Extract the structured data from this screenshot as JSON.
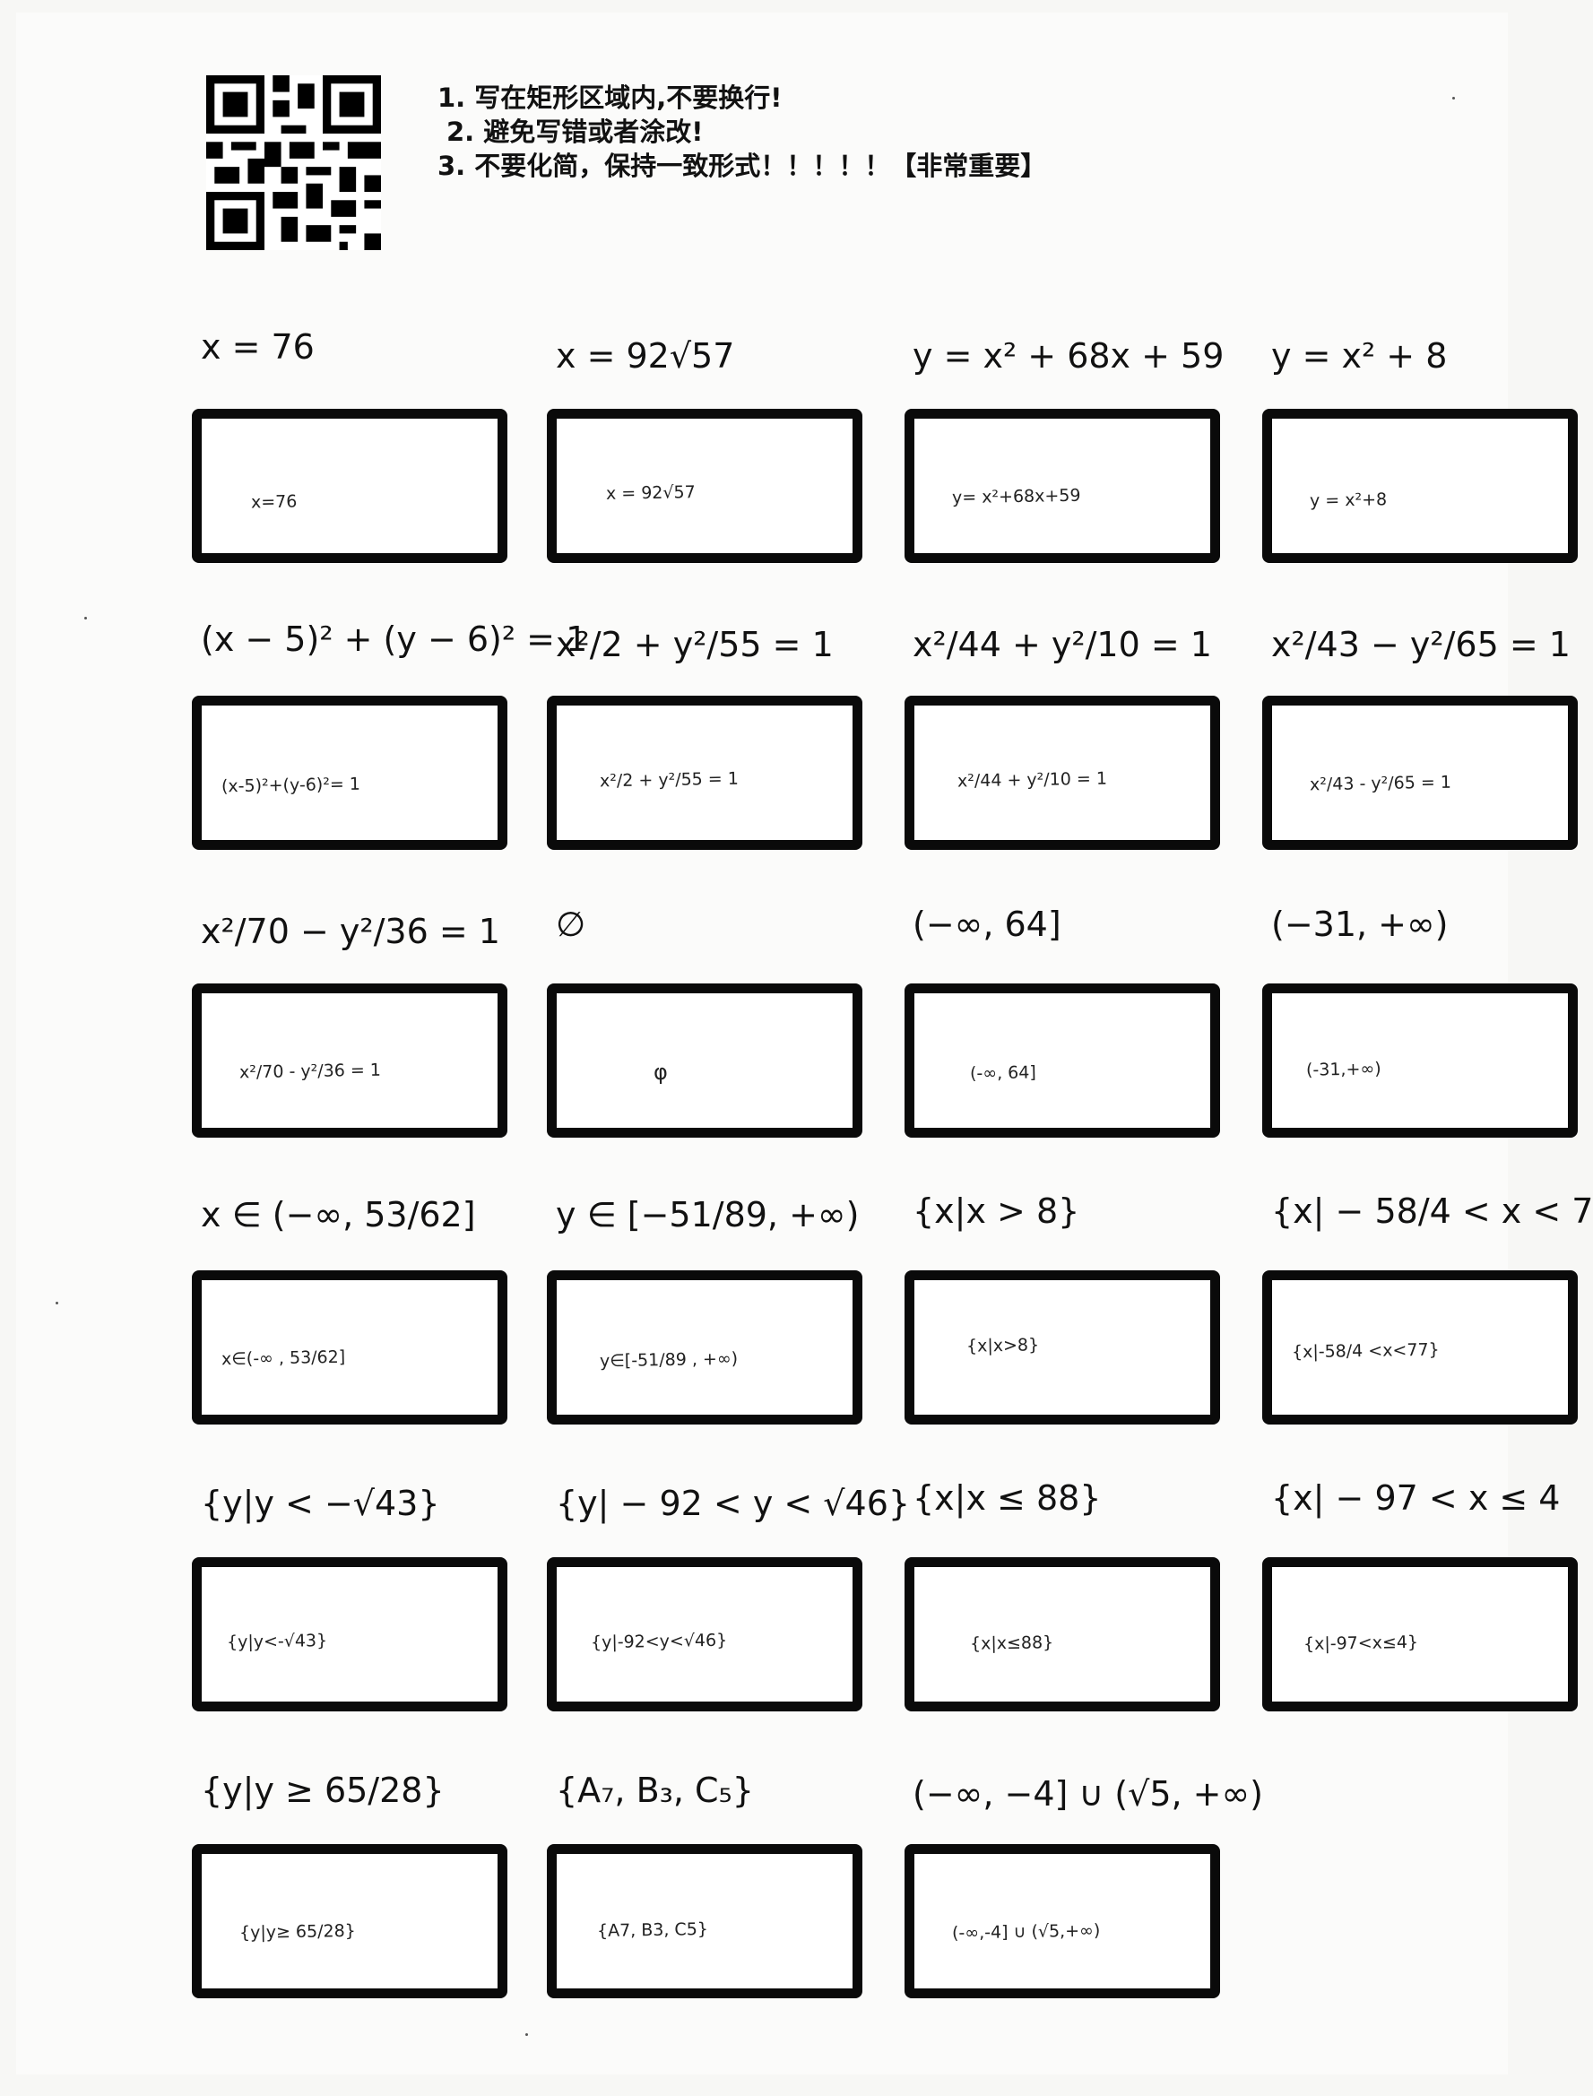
{
  "instructions": [
    "1. 写在矩形区域内,不要换行!",
    "2. 避免写错或者涂改!",
    "3. 不要化简，保持一致形式！！！！！【非常重要】"
  ],
  "items": [
    {
      "printed": "x = 76",
      "written": "x=76"
    },
    {
      "printed": "x = 92√57",
      "written": "x = 92√57"
    },
    {
      "printed": "y = x² + 68x + 59",
      "written": "y= x²+68x+59"
    },
    {
      "printed": "y = x² + 8",
      "written": "y = x²+8"
    },
    {
      "printed": "(x − 5)² + (y − 6)² = 1",
      "written": "(x-5)²+(y-6)²= 1"
    },
    {
      "printed": "x²/2 + y²/55 = 1",
      "written": "x²/2 + y²/55 = 1"
    },
    {
      "printed": "x²/44 + y²/10 = 1",
      "written": "x²/44 + y²/10 = 1"
    },
    {
      "printed": "x²/43 − y²/65 = 1",
      "written": "x²/43 - y²/65 = 1"
    },
    {
      "printed": "x²/70 − y²/36 = 1",
      "written": "x²/70 - y²/36 = 1"
    },
    {
      "printed": "∅",
      "written": "φ"
    },
    {
      "printed": "(−∞, 64]",
      "written": "(-∞, 64]"
    },
    {
      "printed": "(−31, +∞)",
      "written": "(-31,+∞)"
    },
    {
      "printed": "x ∈ (−∞, 53/62]",
      "written": "x∈(-∞ , 53/62]"
    },
    {
      "printed": "y ∈ [−51/89, +∞)",
      "written": "y∈[-51/89 , +∞)"
    },
    {
      "printed": "{x|x > 8}",
      "written": "{x|x>8}"
    },
    {
      "printed": "{x| − 58/4 < x < 7",
      "written": "{x|-58/4 <x<77}"
    },
    {
      "printed": "{y|y < −√43}",
      "written": "{y|y<-√43}"
    },
    {
      "printed": "{y| − 92 < y < √46}",
      "written": "{y|-92<y<√46}"
    },
    {
      "printed": "{x|x ≤ 88}",
      "written": "{x|x≤88}"
    },
    {
      "printed": "{x| − 97 < x ≤ 4",
      "written": "{x|-97<x≤4}"
    },
    {
      "printed": "{y|y ≥ 65/28}",
      "written": "{y|y≥ 65/28}"
    },
    {
      "printed": "{A₇, B₃, C₅}",
      "written": "{A7, B3, C5}"
    },
    {
      "printed": "(−∞, −4] ∪ (√5, +∞)",
      "written": "(-∞,-4] ∪ (√5,+∞)"
    }
  ]
}
